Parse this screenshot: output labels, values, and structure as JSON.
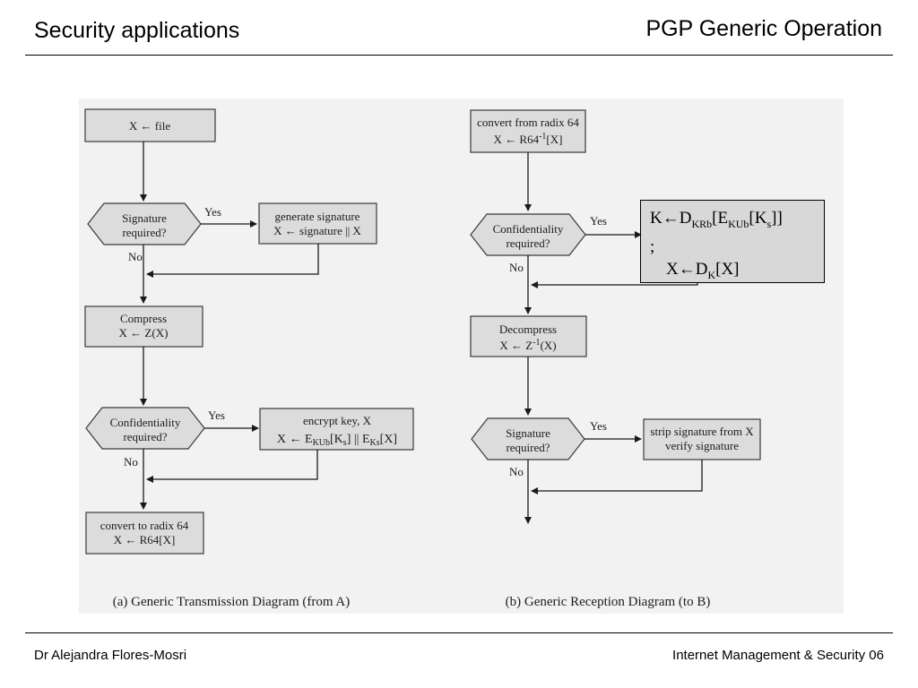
{
  "header": {
    "left_title": "Security applications",
    "right_title": "PGP Generic Operation"
  },
  "footer": {
    "author": "Dr Alejandra Flores-Mosri",
    "course": "Internet Management & Security 06"
  },
  "transmission": {
    "caption": "(a) Generic Transmission Diagram (from A)",
    "start": "X ← file",
    "sig_decision": [
      "Signature",
      "required?"
    ],
    "sig_action": [
      "generate signature",
      "X ← signature || X"
    ],
    "compress": [
      "Compress",
      "X ← Z(X)"
    ],
    "conf_decision": [
      "Confidentiality",
      "required?"
    ],
    "encrypt_line1": "encrypt key, X",
    "radix": [
      "convert to radix 64",
      "X ← R64[X]"
    ]
  },
  "reception": {
    "caption": "(b) Generic Reception Diagram (to B)",
    "radix": [
      "convert from radix 64"
    ],
    "conf_decision": [
      "Confidentiality",
      "required?"
    ],
    "decompress": [
      "Decompress"
    ],
    "sig_decision": [
      "Signature",
      "required?"
    ],
    "verify": [
      "strip signature from X",
      "verify signature"
    ]
  },
  "labels": {
    "yes": "Yes",
    "no": "No"
  },
  "popup": {
    "line2": ";"
  }
}
